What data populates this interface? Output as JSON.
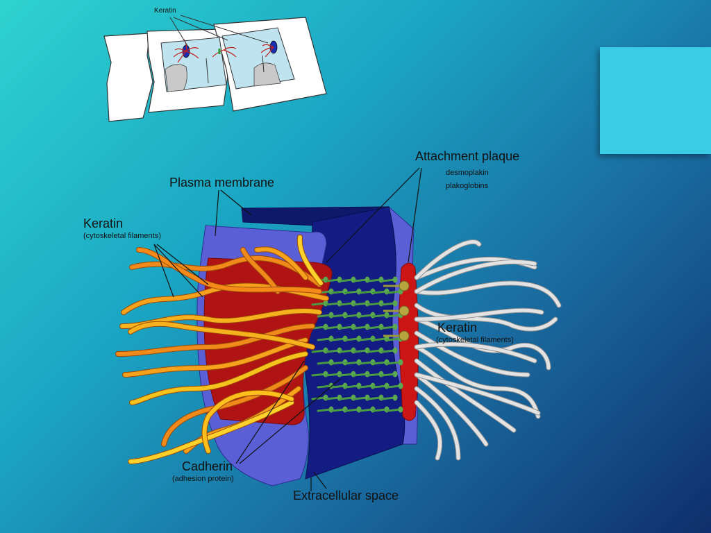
{
  "inset": {
    "keratin_label": "Keratin"
  },
  "labels": {
    "plasma_membrane": "Plasma membrane",
    "keratin_left": "Keratin",
    "keratin_left_sub": "(cytoskeletal filaments)",
    "attachment_plaque": "Attachment plaque",
    "desmoplakin": "desmoplakin",
    "plakoglobins": "plakoglobins",
    "keratin_right": "Keratin",
    "keratin_right_sub": "(cytoskeletal filaments)",
    "cadherin": "Cadherin",
    "cadherin_sub": "(adhesion protein)",
    "extracellular_space": "Extracellular space"
  },
  "colors": {
    "bg_start": "#2ed3d0",
    "bg_end": "#0f2f6b",
    "accent_box": "#39cce4",
    "membrane": "#5a5fd6",
    "extracellular": "#121c82",
    "plaque": "#c41414",
    "keratin_left": "#f59a1a",
    "keratin_right": "#d6d6d6",
    "cadherin": "#4a9a45"
  }
}
